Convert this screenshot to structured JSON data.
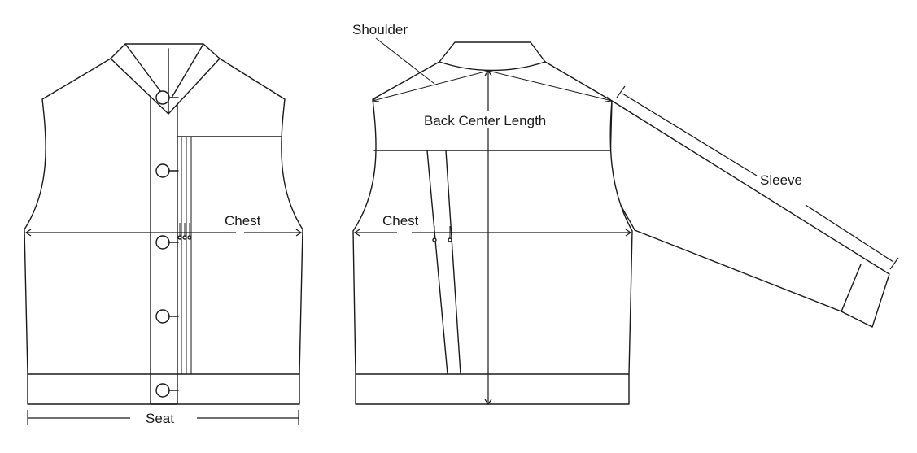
{
  "labels": {
    "shoulder": "Shoulder",
    "back_center_length": "Back Center Length",
    "sleeve": "Sleeve",
    "chest_front": "Chest",
    "chest_back": "Chest",
    "seat": "Seat"
  },
  "colors": {
    "line": "#1a1a1a",
    "background": "#ffffff"
  }
}
